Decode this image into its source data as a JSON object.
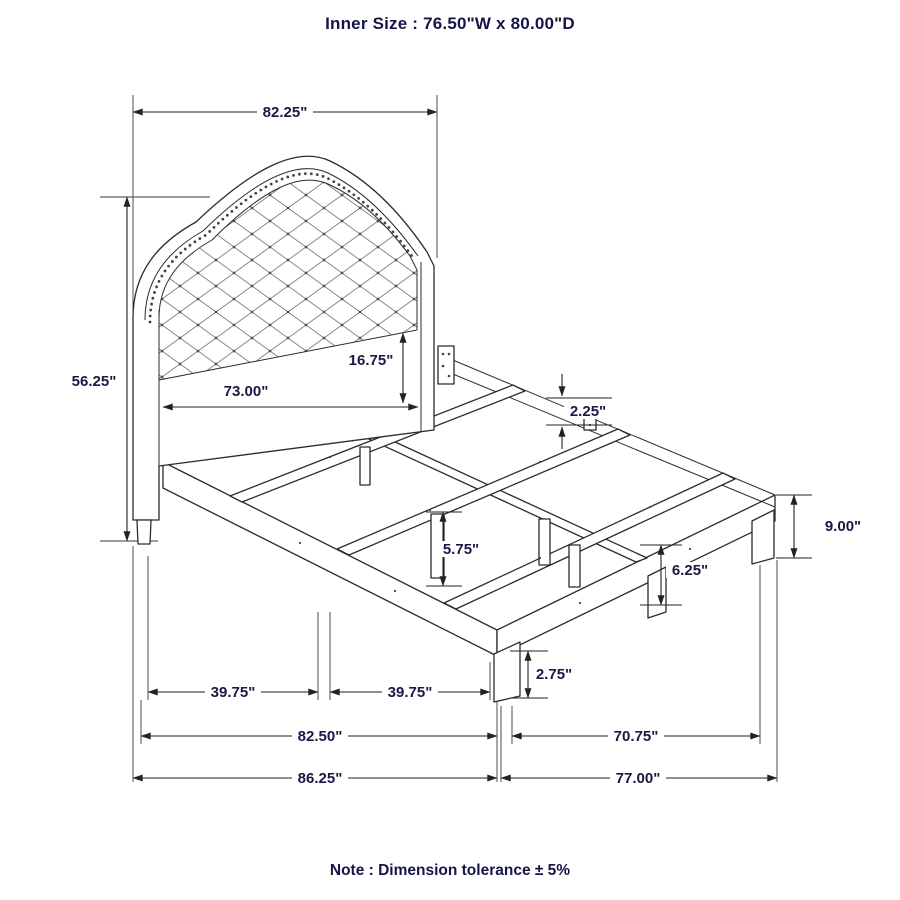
{
  "title": "Inner Size : 76.50\"W x 80.00\"D",
  "note": "Note : Dimension tolerance ± 5%",
  "colors": {
    "line": "#2b2b2b",
    "text": "#191945",
    "background": "#ffffff"
  },
  "dimensions": {
    "headboard_width": "82.25\"",
    "headboard_height": "56.25\"",
    "headboard_inner_width": "73.00\"",
    "headboard_panel_height": "16.75\"",
    "rail_thickness": "2.25\"",
    "foot_leg_height": "9.00\"",
    "center_leg_height": "5.75\"",
    "foot_center_leg_height": "6.25\"",
    "foot_leg_lower_height": "2.75\"",
    "slat_span_left": "39.75\"",
    "slat_span_right": "39.75\"",
    "frame_length": "82.50\"",
    "frame_width": "70.75\"",
    "overall_length": "86.25\"",
    "overall_width": "77.00\""
  }
}
